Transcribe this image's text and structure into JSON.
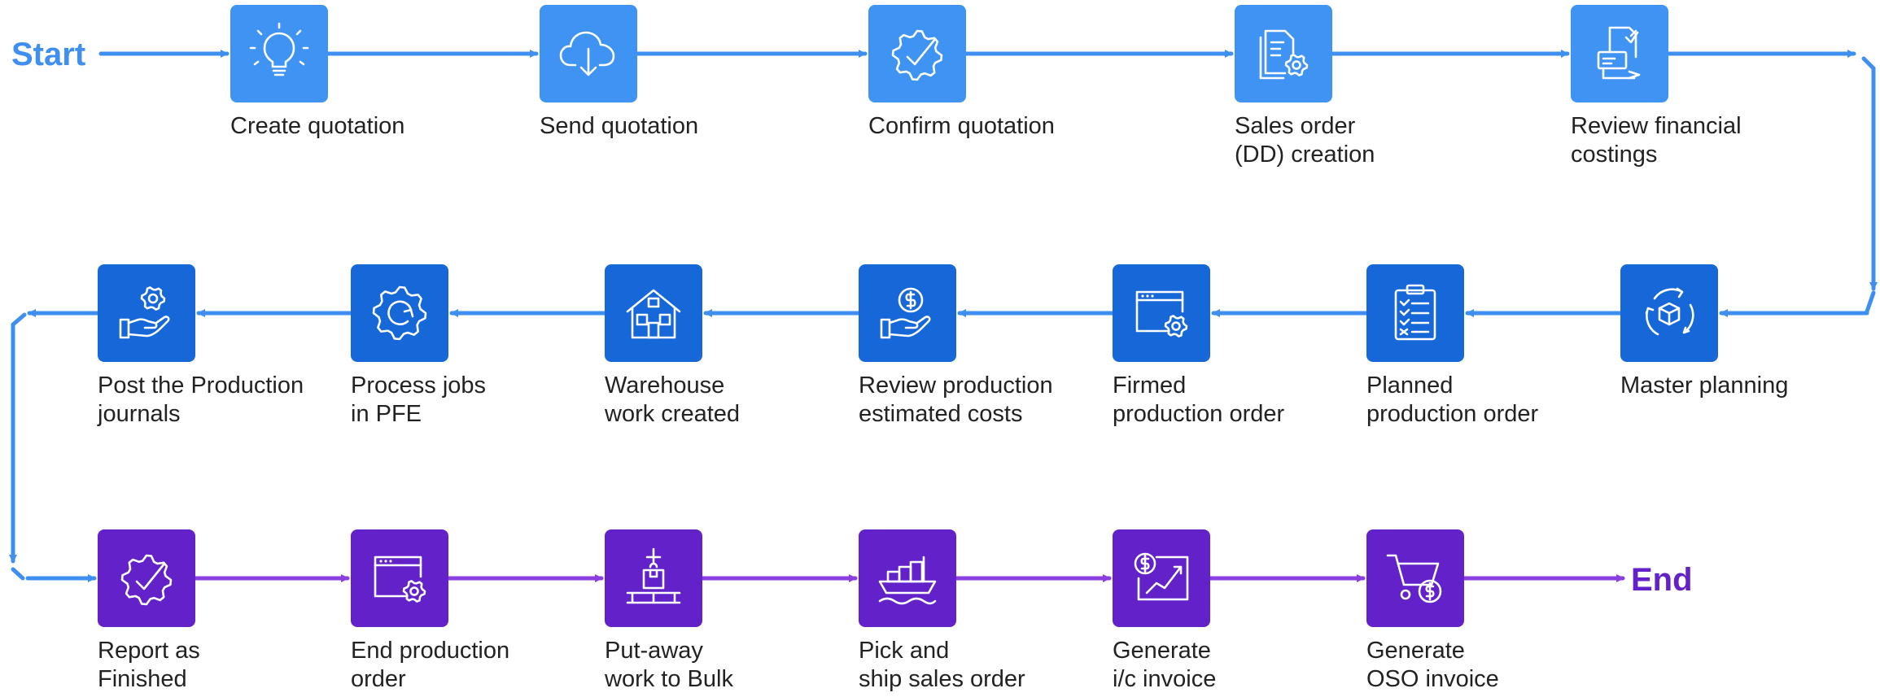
{
  "diagram": {
    "start_label": "Start",
    "end_label": "End",
    "colors": {
      "row1_tile": "#3f93f2",
      "row2_tile": "#1667d8",
      "row3_tile": "#6322c9",
      "flow_blue": "#3f8ff0",
      "flow_purple": "#8a3ee0",
      "start_text": "#3f8ff0",
      "end_text": "#6322c9"
    },
    "rows": [
      {
        "steps": [
          {
            "label": "Create quotation",
            "icon": "lightbulb-icon"
          },
          {
            "label": "Send quotation",
            "icon": "cloud-download-icon"
          },
          {
            "label": "Confirm quotation",
            "icon": "badge-check-icon"
          },
          {
            "label": "Sales order\n(DD) creation",
            "icon": "document-gear-icon"
          },
          {
            "label": "Review financial\ncostings",
            "icon": "printer-document-icon"
          }
        ]
      },
      {
        "steps": [
          {
            "label": "Master planning",
            "icon": "box-cycle-icon"
          },
          {
            "label": "Planned\nproduction order",
            "icon": "clipboard-checklist-icon"
          },
          {
            "label": "Firmed\nproduction order",
            "icon": "window-gear-icon"
          },
          {
            "label": "Review production\nestimated costs",
            "icon": "hand-coin-icon"
          },
          {
            "label": "Warehouse\nwork created",
            "icon": "warehouse-icon"
          },
          {
            "label": "Process jobs\nin PFE",
            "icon": "gear-refresh-icon"
          },
          {
            "label": "Post the Production\njournals",
            "icon": "hand-gear-icon"
          }
        ]
      },
      {
        "steps": [
          {
            "label": "Report as\nFinished",
            "icon": "badge-check-icon"
          },
          {
            "label": "End production\norder",
            "icon": "window-gear-icon"
          },
          {
            "label": "Put-away\nwork to Bulk",
            "icon": "crane-box-icon"
          },
          {
            "label": "Pick and\nship sales order",
            "icon": "cargo-ship-icon"
          },
          {
            "label": "Generate\ni/c invoice",
            "icon": "coin-chart-icon"
          },
          {
            "label": "Generate\nOSO invoice",
            "icon": "cart-coin-icon"
          }
        ]
      }
    ]
  }
}
